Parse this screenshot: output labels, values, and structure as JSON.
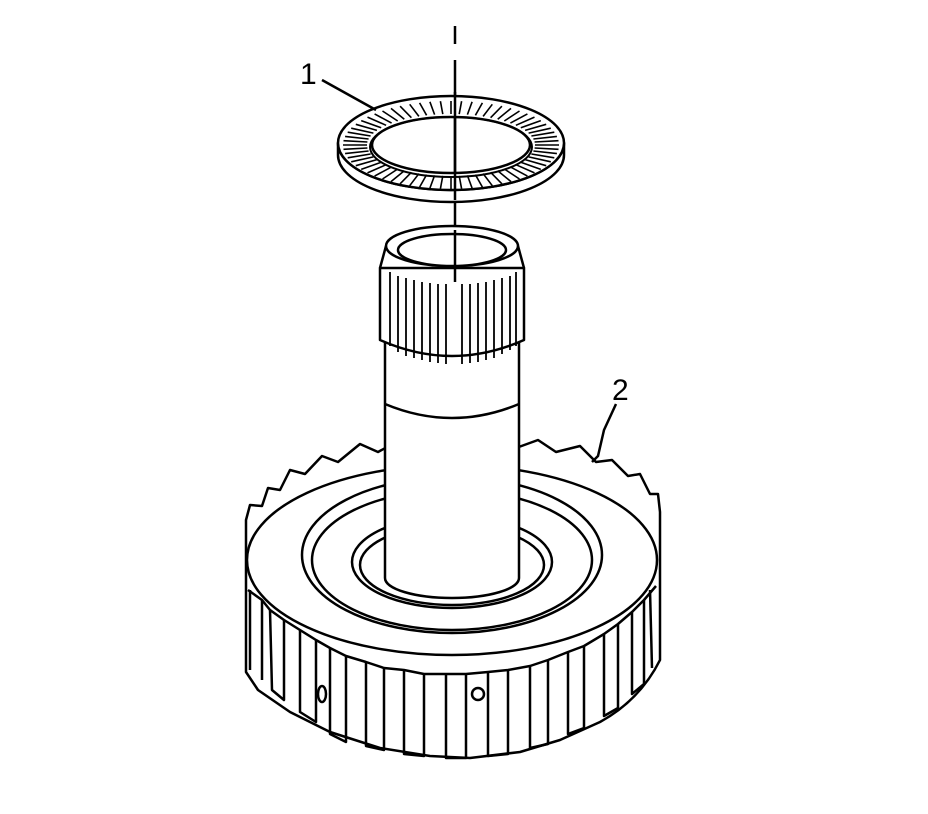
{
  "callouts": {
    "washer": "1",
    "gear": "2"
  },
  "colors": {
    "ink": "#000000",
    "paper": "#ffffff"
  },
  "parts": {
    "washer_icon": "thrust-bearing-washer",
    "gear_icon": "splined-shaft-gear"
  }
}
